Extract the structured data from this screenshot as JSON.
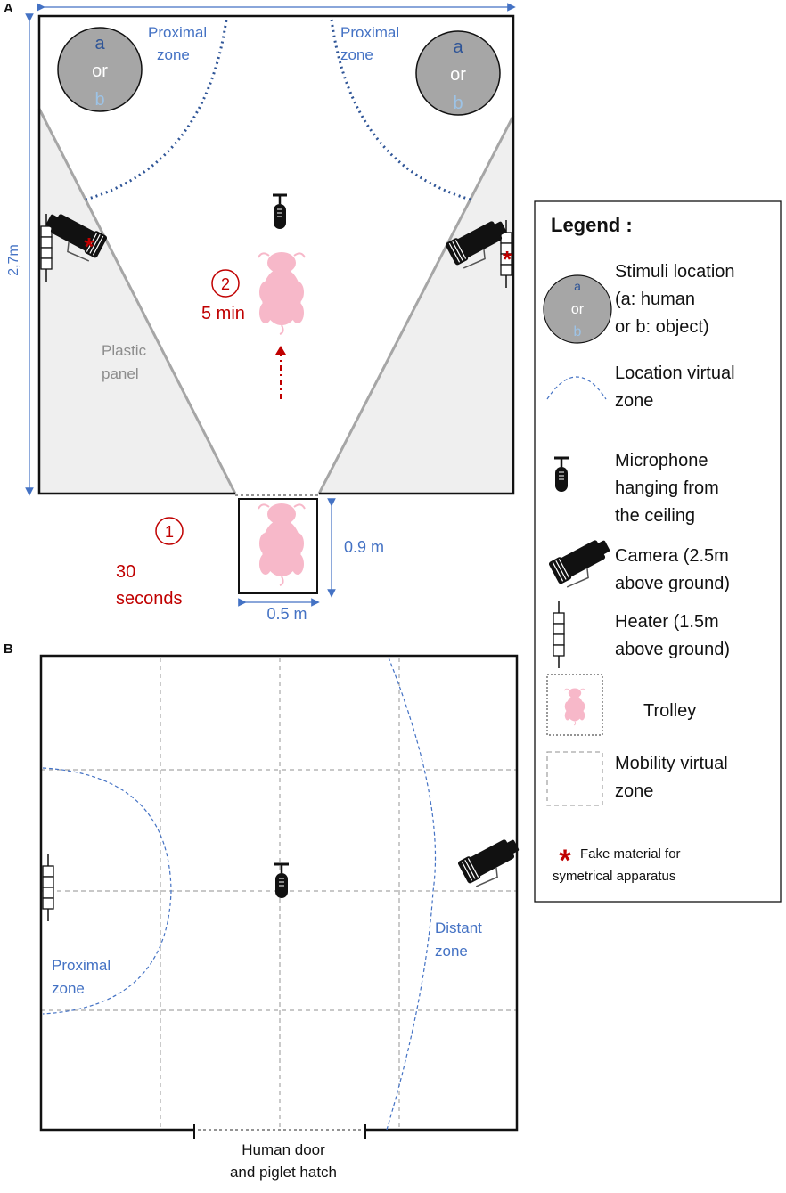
{
  "panel_a": {
    "label": "A",
    "width_dim": "",
    "height_dim": "2,7m",
    "left_zone": [
      "Proximal",
      "zone"
    ],
    "right_zone": [
      "Proximal",
      "zone"
    ],
    "stim_a": "a",
    "stim_or": "or",
    "stim_b": "b",
    "panel_label": [
      "Plastic",
      "panel"
    ],
    "step2_number": "2",
    "step2_time": "5 min",
    "step1_number": "1",
    "step1_time": [
      "30",
      "seconds"
    ],
    "trolley_height": "0.9 m",
    "trolley_width": "0.5 m"
  },
  "panel_b": {
    "label": "B",
    "proximal_zone": [
      "Proximal",
      "zone"
    ],
    "distant_zone": [
      "Distant",
      "zone"
    ],
    "door_label": [
      "Human door",
      "and piglet hatch"
    ]
  },
  "legend": {
    "title": "Legend :",
    "stimuli": [
      "Stimuli location",
      "(a: human",
      "or b: object)"
    ],
    "location_zone": [
      "Location virtual",
      "zone"
    ],
    "microphone": [
      "Microphone",
      "hanging from",
      "the ceiling"
    ],
    "camera": [
      "Camera (2.5m",
      "above ground)"
    ],
    "heater": [
      "Heater (1.5m",
      "above ground)"
    ],
    "trolley": "Trolley",
    "mobility_zone": [
      "Mobility virtual",
      "zone"
    ],
    "fake": [
      "Fake material for",
      "symetrical apparatus"
    ],
    "icon_a": "a",
    "icon_or": "or",
    "icon_b": "b"
  },
  "colors": {
    "blue": "#4472c4",
    "red": "#c00000",
    "pink": "#f7b8c9",
    "grey_panel": "#efefef",
    "stimulus_grey": "#a6a6a6"
  }
}
